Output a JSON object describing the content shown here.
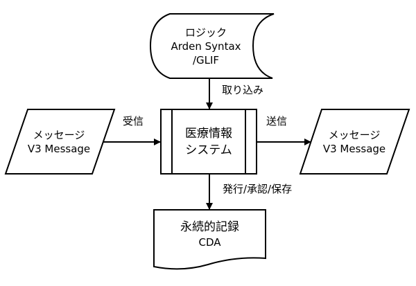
{
  "diagram": {
    "nodes": {
      "logic": {
        "line1": "ロジック",
        "line2": "Arden Syntax",
        "line3": "/GLIF",
        "shape": "stored-data"
      },
      "message_in": {
        "line1": "メッセージ",
        "line2": "V3 Message",
        "shape": "parallelogram"
      },
      "system": {
        "line1": "医療情報",
        "line2": "システム",
        "shape": "predefined-process"
      },
      "message_out": {
        "line1": "メッセージ",
        "line2": "V3 Message",
        "shape": "parallelogram"
      },
      "record": {
        "line1": "永続的記録",
        "line2": "CDA",
        "shape": "document"
      }
    },
    "edges": {
      "import": {
        "from": "logic",
        "to": "system",
        "label": "取り込み"
      },
      "receive": {
        "from": "message_in",
        "to": "system",
        "label": "受信"
      },
      "send": {
        "from": "system",
        "to": "message_out",
        "label": "送信"
      },
      "issue": {
        "from": "system",
        "to": "record",
        "label": "発行/承認/保存"
      }
    },
    "colors": {
      "stroke": "#000000",
      "fill": "#ffffff",
      "text": "#000000"
    }
  }
}
